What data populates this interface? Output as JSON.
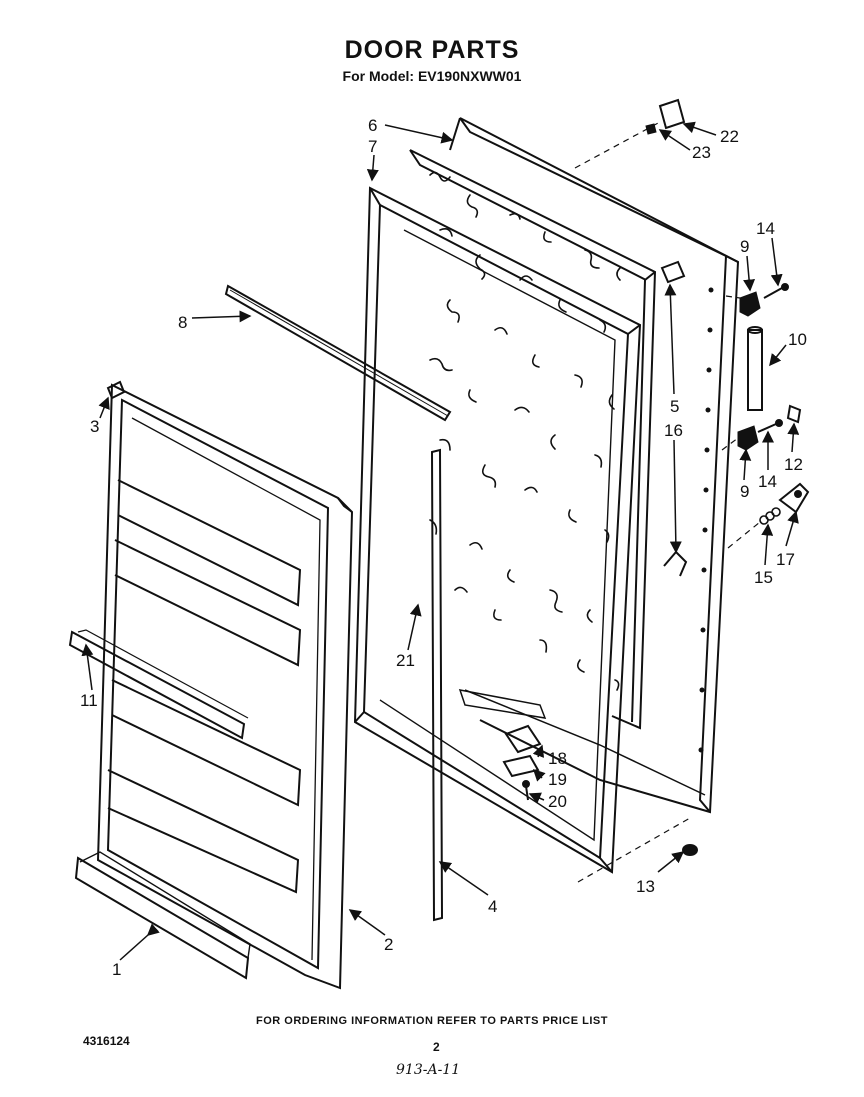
{
  "header": {
    "title": "DOOR PARTS",
    "model_line": "For Model: EV190NXWW01"
  },
  "footer": {
    "ordering_note": "FOR ORDERING INFORMATION REFER TO PARTS PRICE LIST",
    "document_number": "4316124",
    "page_number": "2",
    "handwritten_code": "913-A-11"
  },
  "callouts": {
    "c1": "1",
    "c2": "2",
    "c3": "3",
    "c4": "4",
    "c5": "5",
    "c6": "6",
    "c7": "7",
    "c8": "8",
    "c9a": "9",
    "c9b": "9",
    "c10": "10",
    "c11": "11",
    "c12": "12",
    "c13": "13",
    "c14a": "14",
    "c14b": "14",
    "c15": "15",
    "c16": "16",
    "c17": "17",
    "c18": "18",
    "c19": "19",
    "c20": "20",
    "c21": "21",
    "c22": "22",
    "c23": "23"
  }
}
